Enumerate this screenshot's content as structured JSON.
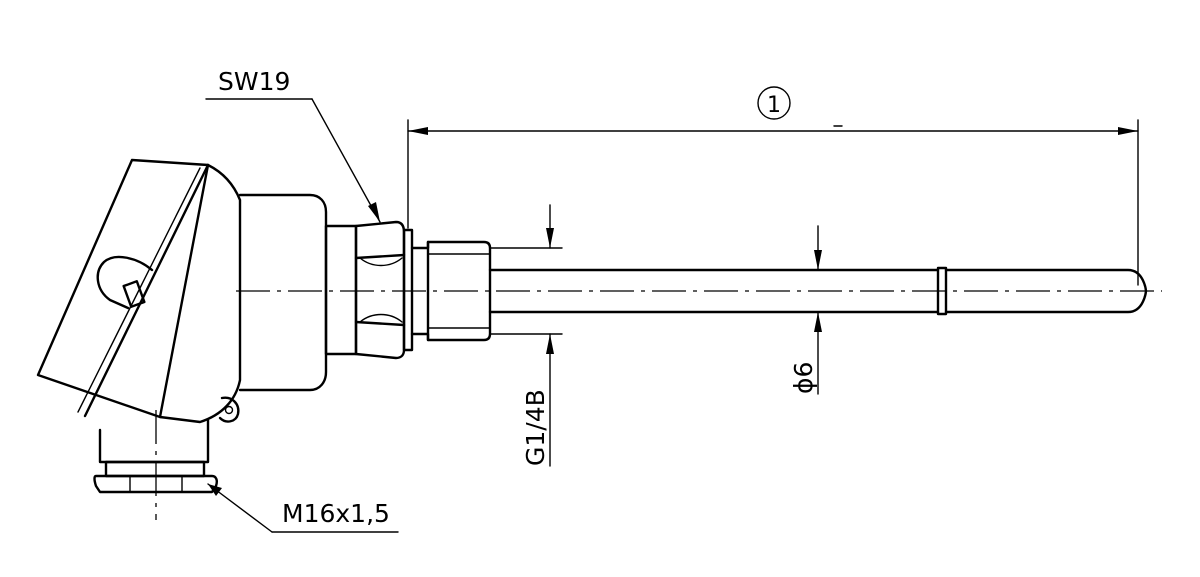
{
  "labels": {
    "wrench_size": "SW19",
    "length_marker": "1",
    "thread": "G1/4B",
    "diameter": "ϕ6",
    "cable_gland": "M16x1,5"
  },
  "colors": {
    "line": "#000000",
    "background": "#ffffff"
  }
}
